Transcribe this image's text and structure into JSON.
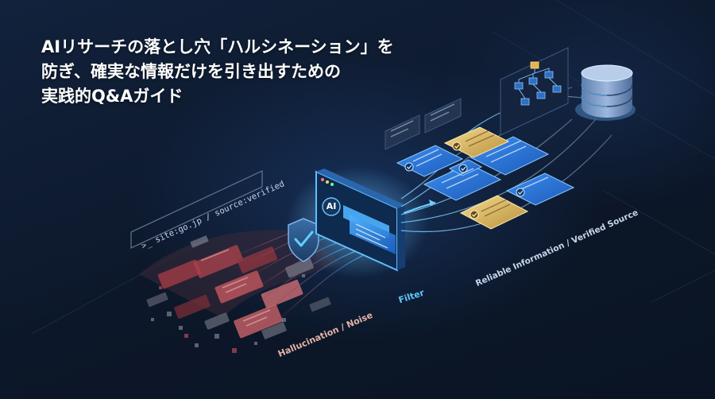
{
  "headline": {
    "line1": "AIリサーチの落とし穴「ハルシネーション」を",
    "line2": "防ぎ、確実な情報だけを引き出すための",
    "line3": "実践的Q&Aガイド"
  },
  "search_query": ">_ site:go.jp / source:verified",
  "ai_label": "AI",
  "labels": {
    "noise": "Hallucination / Noise",
    "filter": "Filter",
    "reliable": "Reliable Information / Verified Source"
  },
  "colors": {
    "background": "#0d1a2e",
    "noise_red": "#b8474f",
    "filter_blue": "#3fb4ff",
    "reliable_blue": "#2f78d6",
    "verified_gold": "#e3c36a",
    "headline_text": "#ffffff"
  },
  "icons": [
    "shield-check-icon",
    "database-icon",
    "terminal-prompt-icon",
    "check-badge-icon",
    "hierarchy-diagram-icon"
  ]
}
